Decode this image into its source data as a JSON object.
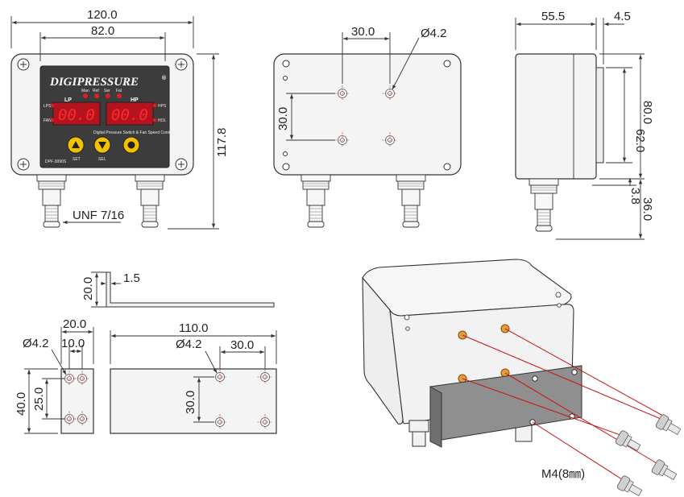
{
  "front_view": {
    "width": "120.0",
    "screw_spacing": "82.0",
    "height": "117.8",
    "fitting_label": "UNF 7/16",
    "panel": {
      "brand": "DIGIPRESSURE",
      "registered_mark": "®",
      "left_header": "LP",
      "right_header": "HP",
      "led_labels": [
        "Man",
        "Ref",
        "Ser",
        "Fal"
      ],
      "left_labels": [
        "LPS",
        "FAN"
      ],
      "right_labels": [
        "HPS",
        "HOL"
      ],
      "left_display": "00.0",
      "right_display": "00.0",
      "subtitle": "Digital Pressure Switch & Fan Speed Controller",
      "model": "DPF-3090S",
      "button_labels": [
        "SET",
        "SEL"
      ]
    }
  },
  "back_view": {
    "hole_spacing_h": "30.0",
    "hole_spacing_v": "30.0",
    "hole_diameter": "Ø4.2"
  },
  "side_view": {
    "depth": "55.5",
    "lip": "4.5",
    "inner_height": "62.0",
    "outer_height": "80.0",
    "offset": "3.8",
    "fitting_length": "36.0"
  },
  "bracket_side": {
    "height": "20.0",
    "thickness": "1.5"
  },
  "bracket_small": {
    "width": "20.0",
    "hole_spacing_h": "10.0",
    "hole_diameter": "Ø4.2",
    "height": "40.0",
    "hole_spacing_v": "25.0"
  },
  "bracket_long": {
    "length": "110.0",
    "hole_diameter": "Ø4.2",
    "hole_spacing_h": "30.0",
    "hole_spacing_v": "30.0"
  },
  "assembly": {
    "screw_label": "M4(8㎜)"
  },
  "colors": {
    "panel": "#3c3c3c",
    "display": "#b3141e",
    "segment": "#ff2a2a",
    "button": "#f2c200",
    "hole": "#d35400",
    "leader": "#cc1111",
    "bracket": "#8f8f8f"
  }
}
